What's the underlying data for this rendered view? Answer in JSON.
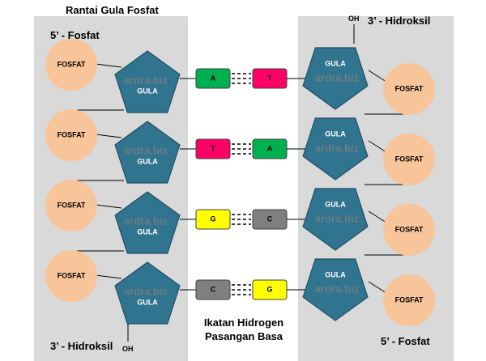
{
  "title": "Rantai  Gula Fosfat",
  "left_strand": {
    "top_label": "5’ - Fosfat",
    "bottom_label": "3’ - Hidroksil",
    "bottom_oh": "OH"
  },
  "right_strand": {
    "top_label": "3’ - Hidroksil",
    "top_oh": "OH",
    "bottom_label": "5’ - Fosfat"
  },
  "phosphate_label": "FOSFAT",
  "sugar_label": "GULA",
  "watermark": "ardra.biz",
  "base_pairs": [
    {
      "left": "A",
      "right": "T",
      "left_color": "#00b050",
      "right_color": "#ff0066"
    },
    {
      "left": "T",
      "right": "A",
      "left_color": "#ff0066",
      "right_color": "#00b050"
    },
    {
      "left": "G",
      "right": "C",
      "left_color": "#ffff00",
      "right_color": "#7f7f7f"
    },
    {
      "left": "C",
      "right": "G",
      "left_color": "#7f7f7f",
      "right_color": "#ffff00"
    }
  ],
  "caption_line1": "Ikatan Hidrogen",
  "caption_line2": "Pasangan Basa",
  "colors": {
    "phosphate": "#f8c49a",
    "sugar": "#31748f",
    "panel": "#d9d9d9"
  }
}
